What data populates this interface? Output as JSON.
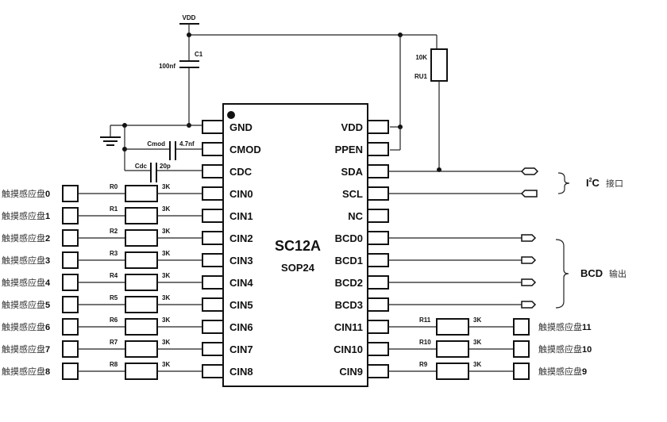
{
  "chip": {
    "name": "SC12A",
    "package": "SOP24",
    "left_pins": [
      "GND",
      "CMOD",
      "CDC",
      "CIN0",
      "CIN1",
      "CIN2",
      "CIN3",
      "CIN4",
      "CIN5",
      "CIN6",
      "CIN7",
      "CIN8"
    ],
    "right_pins": [
      "VDD",
      "PPEN",
      "SDA",
      "SCL",
      "NC",
      "BCD0",
      "BCD1",
      "BCD2",
      "BCD3",
      "CIN11",
      "CIN10",
      "CIN9"
    ]
  },
  "power": {
    "vdd_label": "VDD",
    "c1_label": "C1",
    "c1_value": "100nf",
    "pullup_value": "10K",
    "pullup_label": "RU1"
  },
  "caps": {
    "cmod_label": "Cmod",
    "cmod_value": "4.7nf",
    "cdc_label": "Cdc",
    "cdc_value": "20p"
  },
  "left_channels": [
    {
      "pad_text": "触摸感应盘",
      "pad_num": "0",
      "res": "R0",
      "value": "3K"
    },
    {
      "pad_text": "触摸感应盘",
      "pad_num": "1",
      "res": "R1",
      "value": "3K"
    },
    {
      "pad_text": "触摸感应盘",
      "pad_num": "2",
      "res": "R2",
      "value": "3K"
    },
    {
      "pad_text": "触摸感应盘",
      "pad_num": "3",
      "res": "R3",
      "value": "3K"
    },
    {
      "pad_text": "触摸感应盘",
      "pad_num": "4",
      "res": "R4",
      "value": "3K"
    },
    {
      "pad_text": "触摸感应盘",
      "pad_num": "5",
      "res": "R5",
      "value": "3K"
    },
    {
      "pad_text": "触摸感应盘",
      "pad_num": "6",
      "res": "R6",
      "value": "3K"
    },
    {
      "pad_text": "触摸感应盘",
      "pad_num": "7",
      "res": "R7",
      "value": "3K"
    },
    {
      "pad_text": "触摸感应盘",
      "pad_num": "8",
      "res": "R8",
      "value": "3K"
    }
  ],
  "right_channels": [
    {
      "pad_text": "触摸感应盘",
      "pad_num": "11",
      "res": "R11",
      "value": "3K"
    },
    {
      "pad_text": "触摸感应盘",
      "pad_num": "10",
      "res": "R10",
      "value": "3K"
    },
    {
      "pad_text": "触摸感应盘",
      "pad_num": "9",
      "res": "R9",
      "value": "3K"
    }
  ],
  "groups": {
    "i2c_prefix": "I",
    "i2c_sup": "2",
    "i2c_c": "C",
    "i2c_suffix": "接口",
    "bcd_label": "BCD",
    "bcd_suffix": "输出"
  }
}
